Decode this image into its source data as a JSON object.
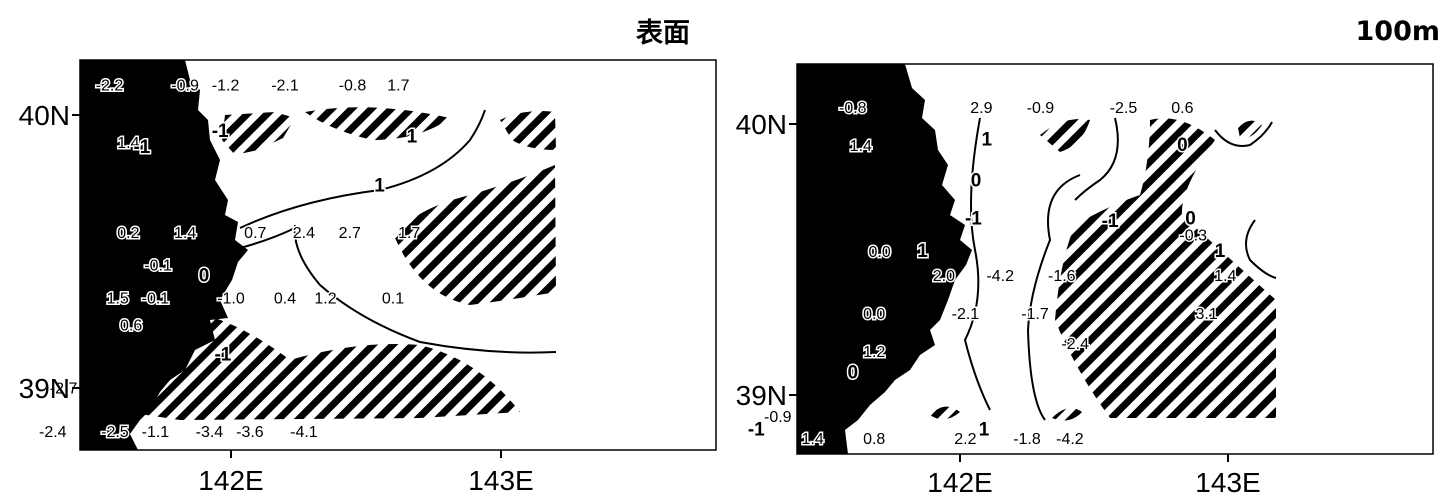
{
  "panels": [
    {
      "title": "表面",
      "lat_labels": [
        "40N",
        "39N"
      ],
      "lon_labels": [
        "142E",
        "143E"
      ],
      "observations": [
        {
          "t": "-2.2",
          "lon": 141.55,
          "lat": 40.09
        },
        {
          "t": "-0.9",
          "lon": 141.83,
          "lat": 40.09
        },
        {
          "t": "-1.2",
          "lon": 141.98,
          "lat": 40.09
        },
        {
          "t": "-2.1",
          "lon": 142.2,
          "lat": 40.09
        },
        {
          "t": "-0.8",
          "lon": 142.45,
          "lat": 40.09
        },
        {
          "t": "1.7",
          "lon": 142.62,
          "lat": 40.09
        },
        {
          "t": "1.4",
          "lon": 141.62,
          "lat": 39.88
        },
        {
          "t": "0.2",
          "lon": 141.62,
          "lat": 39.55
        },
        {
          "t": "1.4",
          "lon": 141.83,
          "lat": 39.55
        },
        {
          "t": "0.7",
          "lon": 142.09,
          "lat": 39.55
        },
        {
          "t": "2.4",
          "lon": 142.27,
          "lat": 39.55
        },
        {
          "t": "2.7",
          "lon": 142.44,
          "lat": 39.55
        },
        {
          "t": "1.7",
          "lon": 142.66,
          "lat": 39.55
        },
        {
          "t": "-0.1",
          "lon": 141.73,
          "lat": 39.43
        },
        {
          "t": "1.5",
          "lon": 141.58,
          "lat": 39.31
        },
        {
          "t": "-0.1",
          "lon": 141.72,
          "lat": 39.31
        },
        {
          "t": "-1.0",
          "lon": 142.0,
          "lat": 39.31
        },
        {
          "t": "0.4",
          "lon": 142.2,
          "lat": 39.31
        },
        {
          "t": "1.2",
          "lon": 142.35,
          "lat": 39.31
        },
        {
          "t": "0.1",
          "lon": 142.6,
          "lat": 39.31
        },
        {
          "t": "0.6",
          "lon": 141.63,
          "lat": 39.21
        },
        {
          "t": "-2.7",
          "lon": 141.38,
          "lat": 38.98
        },
        {
          "t": "-2.4",
          "lon": 141.34,
          "lat": 38.82
        },
        {
          "t": "-2.5",
          "lon": 141.57,
          "lat": 38.82
        },
        {
          "t": "-1.1",
          "lon": 141.72,
          "lat": 38.82
        },
        {
          "t": "-3.4",
          "lon": 141.92,
          "lat": 38.82
        },
        {
          "t": "-3.6",
          "lon": 142.07,
          "lat": 38.82
        },
        {
          "t": "-4.1",
          "lon": 142.27,
          "lat": 38.82
        }
      ],
      "contour_labels": [
        {
          "t": "-1",
          "lon": 141.67,
          "lat": 39.86
        },
        {
          "t": "-1",
          "lon": 141.96,
          "lat": 39.92
        },
        {
          "t": "1",
          "lon": 142.67,
          "lat": 39.9
        },
        {
          "t": "1",
          "lon": 142.55,
          "lat": 39.72
        },
        {
          "t": "0",
          "lon": 141.9,
          "lat": 39.39
        },
        {
          "t": "-1",
          "lon": 141.97,
          "lat": 39.1
        }
      ]
    },
    {
      "title": "100m",
      "lat_labels": [
        "40N",
        "39N"
      ],
      "lon_labels": [
        "142E",
        "143E"
      ],
      "observations": [
        {
          "t": "-0.8",
          "lon": 141.6,
          "lat": 40.04
        },
        {
          "t": "2.9",
          "lon": 142.08,
          "lat": 40.04
        },
        {
          "t": "-0.9",
          "lon": 142.3,
          "lat": 40.04
        },
        {
          "t": "-2.5",
          "lon": 142.61,
          "lat": 40.04
        },
        {
          "t": "0.6",
          "lon": 142.83,
          "lat": 40.04
        },
        {
          "t": "1.4",
          "lon": 141.63,
          "lat": 39.9
        },
        {
          "t": "-0.3",
          "lon": 142.87,
          "lat": 39.57
        },
        {
          "t": "0.0",
          "lon": 141.7,
          "lat": 39.51
        },
        {
          "t": "2.0",
          "lon": 141.94,
          "lat": 39.42
        },
        {
          "t": "-4.2",
          "lon": 142.15,
          "lat": 39.42
        },
        {
          "t": "-1.6",
          "lon": 142.38,
          "lat": 39.42
        },
        {
          "t": "1.4",
          "lon": 142.99,
          "lat": 39.42
        },
        {
          "t": "0.0",
          "lon": 141.68,
          "lat": 39.28
        },
        {
          "t": "-2.1",
          "lon": 142.02,
          "lat": 39.28
        },
        {
          "t": "-1.7",
          "lon": 142.28,
          "lat": 39.28
        },
        {
          "t": "3.1",
          "lon": 142.92,
          "lat": 39.28
        },
        {
          "t": "1.2",
          "lon": 141.68,
          "lat": 39.14
        },
        {
          "t": "-2.4",
          "lon": 142.43,
          "lat": 39.17
        },
        {
          "t": "-0.9",
          "lon": 141.32,
          "lat": 38.9
        },
        {
          "t": "1.4",
          "lon": 141.45,
          "lat": 38.82
        },
        {
          "t": "0.8",
          "lon": 141.68,
          "lat": 38.82
        },
        {
          "t": "2.2",
          "lon": 142.02,
          "lat": 38.82
        },
        {
          "t": "-1.8",
          "lon": 142.25,
          "lat": 38.82
        },
        {
          "t": "-4.2",
          "lon": 142.41,
          "lat": 38.82
        }
      ],
      "contour_labels": [
        {
          "t": "1",
          "lon": 142.1,
          "lat": 39.92
        },
        {
          "t": "0",
          "lon": 142.83,
          "lat": 39.9
        },
        {
          "t": "0",
          "lon": 142.06,
          "lat": 39.77
        },
        {
          "t": "-1",
          "lon": 142.05,
          "lat": 39.63
        },
        {
          "t": "-1",
          "lon": 142.56,
          "lat": 39.62
        },
        {
          "t": "0",
          "lon": 142.86,
          "lat": 39.63
        },
        {
          "t": "1",
          "lon": 141.86,
          "lat": 39.51
        },
        {
          "t": "1",
          "lon": 142.97,
          "lat": 39.51
        },
        {
          "t": "0",
          "lon": 141.6,
          "lat": 39.06
        },
        {
          "t": "-1",
          "lon": 141.24,
          "lat": 38.85
        },
        {
          "t": "1",
          "lon": 142.09,
          "lat": 38.85
        }
      ]
    }
  ]
}
